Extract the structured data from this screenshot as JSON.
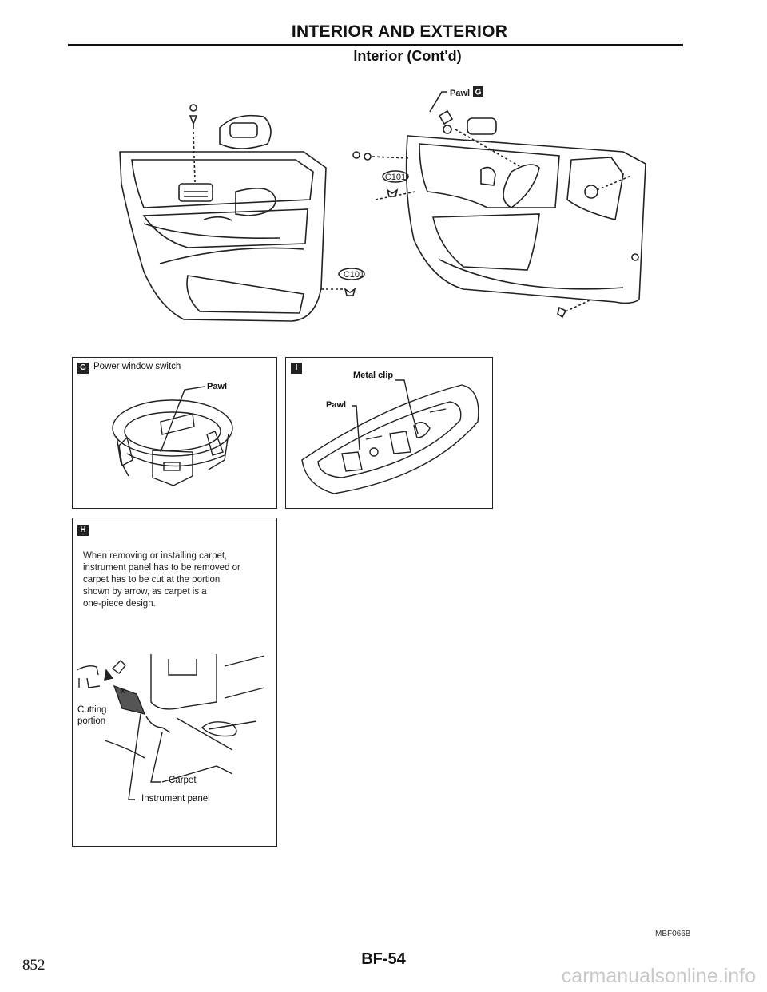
{
  "header": {
    "title": "INTERIOR AND EXTERIOR",
    "subtitle": "Interior (Cont'd)"
  },
  "top_figure": {
    "pawl_label": "Pawl",
    "pawl_ref": "G",
    "clip_labels": [
      "C101",
      "C101"
    ]
  },
  "panel_g": {
    "badge": "G",
    "title": "Power window switch",
    "pawl_label": "Pawl"
  },
  "panel_i": {
    "badge": "I",
    "metal_clip_label": "Metal clip",
    "pawl_label": "Pawl"
  },
  "panel_h": {
    "badge": "H",
    "note_lines": [
      "When removing or installing carpet,",
      "instrument panel has to be removed or",
      "carpet has to be cut at the portion",
      "shown by arrow, as carpet is a",
      "one-piece design."
    ],
    "cutting_label_1": "Cutting",
    "cutting_label_2": "portion",
    "carpet_label": "Carpet",
    "instrument_label": "Instrument panel"
  },
  "footer": {
    "figure_code": "MBF066B",
    "page_number": "BF-54",
    "side_page": "852",
    "watermark": "carmanualsonline.info"
  }
}
